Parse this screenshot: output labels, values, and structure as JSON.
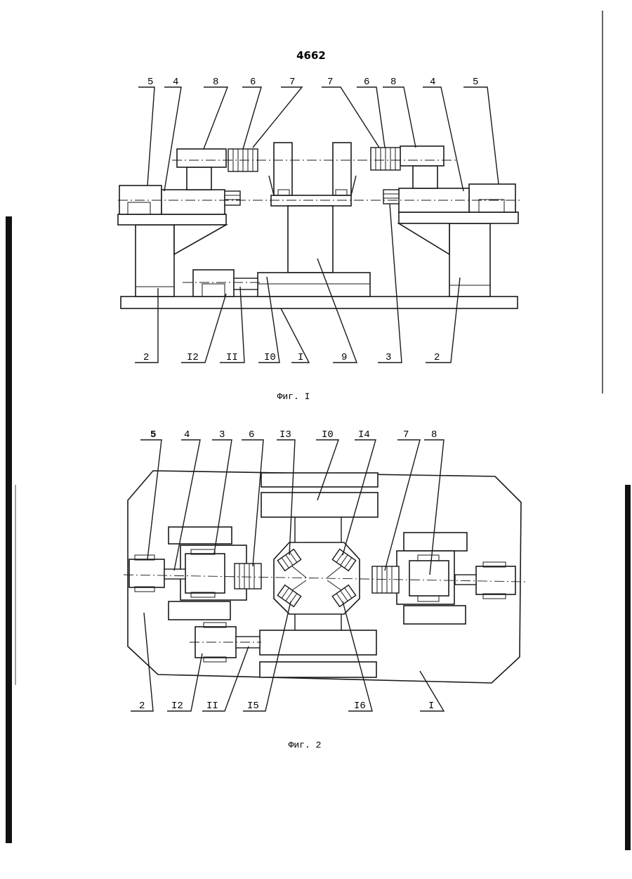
{
  "page_number": "4662",
  "fig1": {
    "caption": "Фиг. I",
    "top_labels": [
      "5",
      "4",
      "8",
      "6",
      "7",
      "7",
      "6",
      "8",
      "4",
      "5"
    ],
    "bottom_labels": [
      "2",
      "I2",
      "II",
      "I0",
      "I",
      "9",
      "3",
      "2"
    ]
  },
  "fig2": {
    "caption": "Фиг. 2",
    "top_labels": [
      "5",
      "4",
      "3",
      "6",
      "I3",
      "I0",
      "I4",
      "7",
      "8"
    ],
    "bottom_labels": [
      "2",
      "I2",
      "II",
      "I5",
      "I6",
      "I"
    ]
  },
  "colors": {
    "ink": "#1a1a1a",
    "paper": "#ffffff"
  }
}
